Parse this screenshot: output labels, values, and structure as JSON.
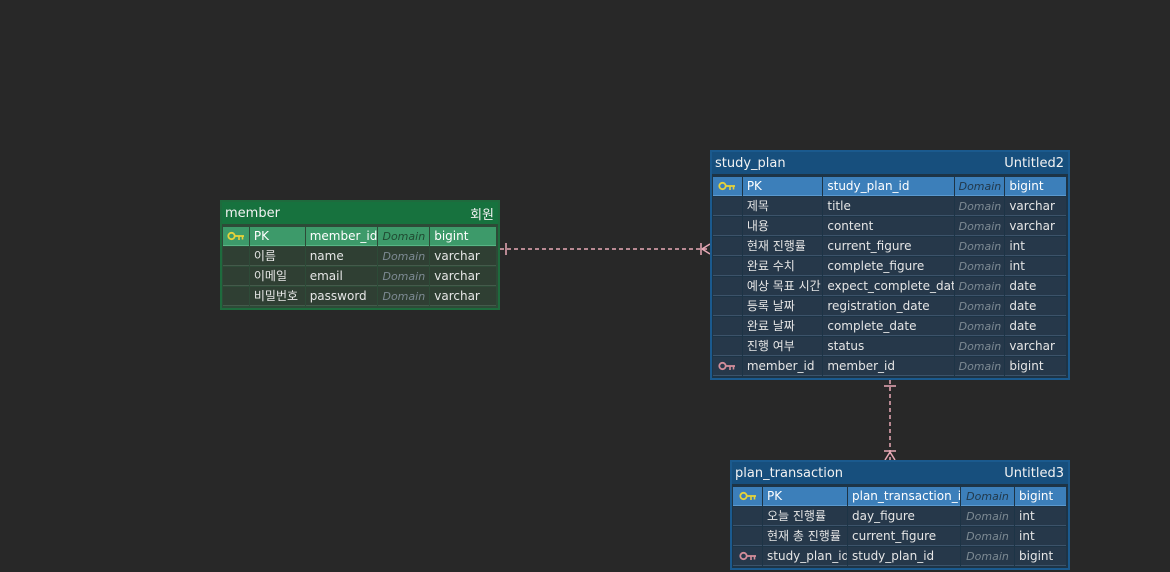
{
  "connector_color": "#e8a9b6",
  "pk_key_color": "#e6d23a",
  "fk_key_color": "#d28d9a",
  "entities": {
    "member": {
      "name": "member",
      "comment": "회원",
      "rows": [
        {
          "label": "PK",
          "column": "member_id",
          "domain": "Domain",
          "type": "bigint"
        },
        {
          "label": "이름",
          "column": "name",
          "domain": "Domain",
          "type": "varchar"
        },
        {
          "label": "이메일",
          "column": "email",
          "domain": "Domain",
          "type": "varchar"
        },
        {
          "label": "비밀번호",
          "column": "password",
          "domain": "Domain",
          "type": "varchar"
        }
      ]
    },
    "study_plan": {
      "name": "study_plan",
      "comment": "Untitled2",
      "rows": [
        {
          "label": "PK",
          "column": "study_plan_id",
          "domain": "Domain",
          "type": "bigint"
        },
        {
          "label": "제목",
          "column": "title",
          "domain": "Domain",
          "type": "varchar"
        },
        {
          "label": "내용",
          "column": "content",
          "domain": "Domain",
          "type": "varchar"
        },
        {
          "label": "현재 진행률",
          "column": "current_figure",
          "domain": "Domain",
          "type": "int"
        },
        {
          "label": "완료 수치",
          "column": "complete_figure",
          "domain": "Domain",
          "type": "int"
        },
        {
          "label": "예상 목표 시간",
          "column": "expect_complete_date",
          "domain": "Domain",
          "type": "date"
        },
        {
          "label": "등록 날짜",
          "column": "registration_date",
          "domain": "Domain",
          "type": "date"
        },
        {
          "label": "완료 날짜",
          "column": "complete_date",
          "domain": "Domain",
          "type": "date"
        },
        {
          "label": "진행 여부",
          "column": "status",
          "domain": "Domain",
          "type": "varchar"
        },
        {
          "label": "member_id",
          "column": "member_id",
          "domain": "Domain",
          "type": "bigint"
        }
      ]
    },
    "plan_transaction": {
      "name": "plan_transaction",
      "comment": "Untitled3",
      "rows": [
        {
          "label": "PK",
          "column": "plan_transaction_id",
          "domain": "Domain",
          "type": "bigint"
        },
        {
          "label": "오늘 진행률",
          "column": "day_figure",
          "domain": "Domain",
          "type": "int"
        },
        {
          "label": "현재 총 진행률",
          "column": "current_figure",
          "domain": "Domain",
          "type": "int"
        },
        {
          "label": "study_plan_id",
          "column": "study_plan_id",
          "domain": "Domain",
          "type": "bigint"
        }
      ]
    }
  }
}
